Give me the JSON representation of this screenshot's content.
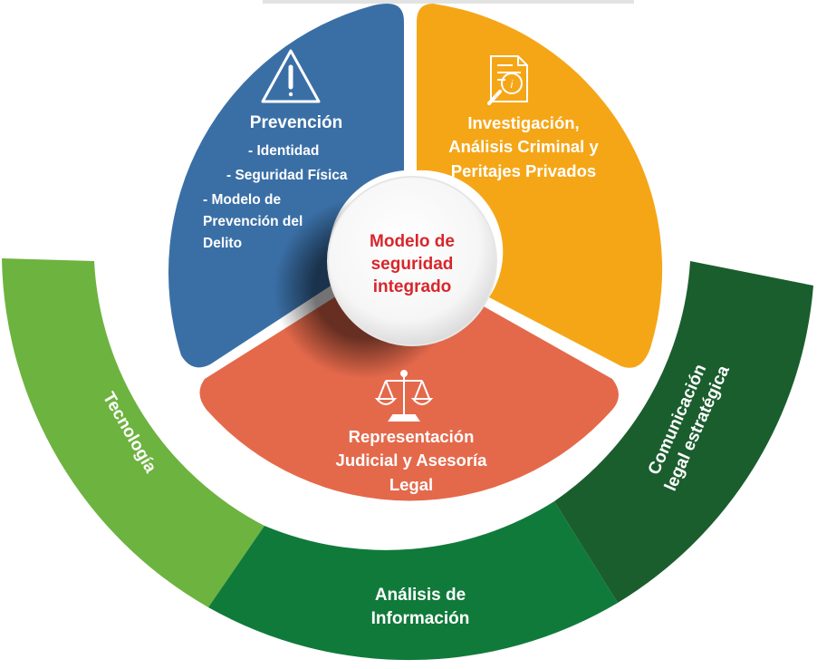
{
  "center": {
    "lines": [
      "Modelo de",
      "seguridad",
      "integrado"
    ],
    "color": "#d8262b"
  },
  "inner_segments": {
    "prevencion": {
      "title": "Prevención",
      "items": [
        "- Identidad",
        "- Seguridad Física",
        "-  Modelo de",
        "Prevención del",
        "Delito"
      ],
      "color": "#3a6fa6",
      "icon": "warning-triangle-icon"
    },
    "investigacion": {
      "lines": [
        "Investigación,",
        "Análisis Criminal y",
        "Peritajes Privados"
      ],
      "color": "#f5a617",
      "icon": "document-magnifier-icon"
    },
    "representacion": {
      "lines": [
        "Representación",
        "Judicial y Asesoría",
        "Legal"
      ],
      "color": "#e4694b",
      "icon": "scales-icon"
    }
  },
  "outer_segments": {
    "tecnologia": {
      "label": "Tecnología",
      "color": "#6db33f"
    },
    "analisis": {
      "lines": [
        "Análisis de",
        "Información"
      ],
      "color": "#107a3a"
    },
    "comunicacion": {
      "lines": [
        "Comunicación",
        "legal estratégica"
      ],
      "color": "#1b5e2e"
    }
  }
}
